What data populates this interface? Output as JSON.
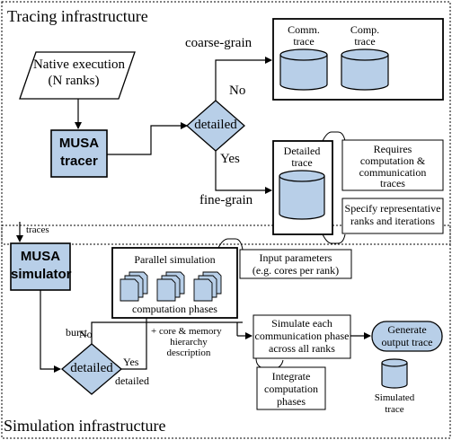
{
  "tracing": {
    "title": "Tracing infrastructure",
    "native_line1": "Native execution",
    "native_line2": "(N ranks)",
    "tracer_line1": "MUSA",
    "tracer_line2": "tracer",
    "decision_label": "detailed",
    "no_label": "No",
    "yes_label": "Yes",
    "coarse_label": "coarse-grain",
    "fine_label": "fine-grain",
    "comm_trace_line1": "Comm.",
    "comm_trace_line2": "trace",
    "comp_trace_line1": "Comp.",
    "comp_trace_line2": "trace",
    "detailed_trace_line1": "Detailed",
    "detailed_trace_line2": "trace",
    "requires_line1": "Requires",
    "requires_line2": "computation &",
    "requires_line3": "communication",
    "requires_line4": "traces",
    "specify_line1": "Specify representative",
    "specify_line2": "ranks and iterations"
  },
  "traces_label": "traces",
  "simulation": {
    "title": "Simulation infrastructure",
    "simulator_line1": "MUSA",
    "simulator_line2": "simulator",
    "decision_label": "detailed",
    "burst_label": "burst",
    "no_label": "No",
    "yes_label": "Yes",
    "detailed_edge_label": "detailed",
    "parallel_sim_label": "Parallel simulation",
    "comp_phases_label": "computation phases",
    "input_params_line1": "Input parameters",
    "input_params_line2": "(e.g. cores per rank)",
    "core_mem_line1": "+ core & memory",
    "core_mem_line2": "hierarchy",
    "core_mem_line3": "description",
    "simulate_line1": "Simulate each",
    "simulate_line2": "communication phase",
    "simulate_line3": "across all ranks",
    "integrate_line1": "Integrate",
    "integrate_line2": "computation",
    "integrate_line3": "phases",
    "generate_line1": "Generate",
    "generate_line2": "output trace",
    "simulated_line1": "Simulated",
    "simulated_line2": "trace"
  },
  "colors": {
    "box_fill": "#b8cfe8",
    "cyl_fill": "#b8cfe8",
    "stroke": "#000000"
  }
}
